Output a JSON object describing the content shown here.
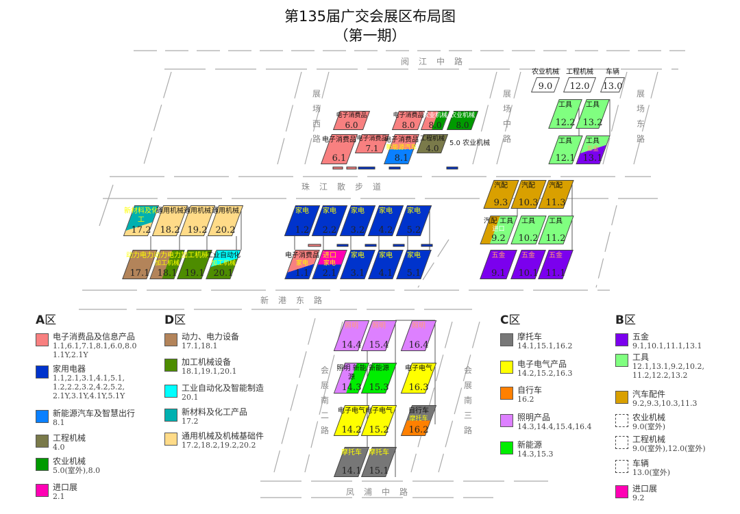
{
  "title": "第135届广交会展区布局图",
  "subtitle": "（第一期）",
  "roads": {
    "north": "阅江中路",
    "middle": "珠江散步道",
    "south": "新港东路",
    "bottom": "凤浦中路",
    "west": "展场西路",
    "center": "展场中路",
    "east": "展场东路",
    "south2": "会展南二路",
    "south3": "会展南三路"
  },
  "colors": {
    "pink": "#f88080",
    "blue": "#0033cc",
    "ev": "#0a80ff",
    "olive": "#7a7a4a",
    "agri": "#009a00",
    "hardware": "#7b00ee",
    "tool": "#80ff80",
    "auto": "#d9a000",
    "import": "#ff00b4",
    "power": "#b3845a",
    "machining": "#4d8c00",
    "automation": "#00ffff",
    "chem": "#00b0b0",
    "general": "#ffdb88",
    "moto": "#777777",
    "elec": "#ffff00",
    "bike": "#ff8000",
    "light": "#dd80ff",
    "newenergy": "#00ee00"
  },
  "halls": [
    {
      "num": "6.0",
      "text": "电子消费品"
    },
    {
      "num": "8.0",
      "text": "电子消费品"
    },
    {
      "num": "8.0",
      "text": "农业机械"
    },
    {
      "num": "8.0",
      "text": "农业机械"
    },
    {
      "num": "6.1",
      "text": "电子消费品"
    },
    {
      "num": "7.1",
      "text": "电子消费品"
    },
    {
      "num": "8.1",
      "text": "电子消费品",
      "text2": "新能源汽车"
    },
    {
      "num": "4.0",
      "text": "工程机械"
    },
    {
      "num": "9.0",
      "text": "农业机械"
    },
    {
      "num": "12.0",
      "text": "工程机械"
    },
    {
      "num": "13.0",
      "text": "车辆"
    },
    {
      "num": "12.2",
      "text": "工具"
    },
    {
      "num": "13.2",
      "text": "工具"
    },
    {
      "num": "12.1",
      "text": "工具"
    },
    {
      "num": "13.1",
      "text": "工具",
      "text2": "五金"
    },
    {
      "num": "17.2",
      "text": "新材料及化工"
    },
    {
      "num": "18.2",
      "text": "通用机械"
    },
    {
      "num": "19.2",
      "text": "通用机械"
    },
    {
      "num": "20.2",
      "text": "通用机械"
    },
    {
      "num": "17.1",
      "text": "动力电力"
    },
    {
      "num": "18.1",
      "text": "动力电力",
      "text2": "加工机械"
    },
    {
      "num": "19.1",
      "text": "加工机械"
    },
    {
      "num": "20.1",
      "text": "工业自动化",
      "text2": "加工机械"
    },
    {
      "num": "1.2",
      "text": "家电"
    },
    {
      "num": "2.2",
      "text": "家电"
    },
    {
      "num": "3.2",
      "text": "家电"
    },
    {
      "num": "4.2",
      "text": "家电"
    },
    {
      "num": "5.2",
      "text": "家电"
    },
    {
      "num": "1.1",
      "text": "电子消费品",
      "text2": "家电"
    },
    {
      "num": "2.1",
      "text": "进口",
      "text2": "家电"
    },
    {
      "num": "3.1",
      "text": "家电"
    },
    {
      "num": "4.1",
      "text": "家电"
    },
    {
      "num": "5.1",
      "text": "家电"
    },
    {
      "num": "9.3",
      "text": "汽配"
    },
    {
      "num": "10.3",
      "text": "汽配"
    },
    {
      "num": "11.3",
      "text": "汽配"
    },
    {
      "num": "9.2",
      "text": "汽配 工具",
      "text2": "进口"
    },
    {
      "num": "10.2",
      "text": "工具"
    },
    {
      "num": "11.2",
      "text": "工具"
    },
    {
      "num": "9.1",
      "text": "五金"
    },
    {
      "num": "10.1",
      "text": "五金"
    },
    {
      "num": "11.1",
      "text": "五金"
    },
    {
      "num": "14.4",
      "text": "照明"
    },
    {
      "num": "15.4",
      "text": "照明"
    },
    {
      "num": "16.4",
      "text": "照明"
    },
    {
      "num": "14.3",
      "text": "照明 新能源"
    },
    {
      "num": "15.3",
      "text": "新能源"
    },
    {
      "num": "16.3",
      "text": "电子电气"
    },
    {
      "num": "14.2",
      "text": "电子电气"
    },
    {
      "num": "15.2",
      "text": "电子电气"
    },
    {
      "num": "16.2",
      "text": "自行车",
      "text2": "摩托车"
    },
    {
      "num": "14.1",
      "text": "摩托车"
    },
    {
      "num": "15.1",
      "text": "摩托车"
    }
  ],
  "outdoor_5_0": "5.0 农业机械",
  "legend": {
    "A": {
      "letter": "A",
      "suffix": "区",
      "items": [
        {
          "name": "电子消费品及信息产品",
          "codes": "1.1,6.1,7.1,8.1,6.0,8.0\n1.1Y,2.1Y",
          "color": "#f88080"
        },
        {
          "name": "家用电器",
          "codes": "1.1,2.1,3.1,4.1,5.1,\n1.2,2.2,3.2,4.2,5.2,\n2.1Y,3.1Y,4.1Y,5.1Y",
          "color": "#0033cc"
        },
        {
          "name": "新能源汽车及智慧出行",
          "codes": "8.1",
          "color": "#0a80ff"
        },
        {
          "name": "工程机械",
          "codes": "4.0",
          "color": "#7a7a4a"
        },
        {
          "name": "农业机械",
          "codes": "5.0(室外),8.0",
          "color": "#009a00"
        },
        {
          "name": "进口展",
          "codes": "2.1",
          "color": "#ff00b4"
        }
      ]
    },
    "D": {
      "letter": "D",
      "suffix": "区",
      "items": [
        {
          "name": "动力、电力设备",
          "codes": "17.1,18.1",
          "color": "#b3845a"
        },
        {
          "name": "加工机械设备",
          "codes": "18.1,19.1,20.1",
          "color": "#4d8c00"
        },
        {
          "name": "工业自动化及智能制造",
          "codes": "20.1",
          "color": "#00ffff"
        },
        {
          "name": "新材料及化工产品",
          "codes": "17.2",
          "color": "#00b0b0"
        },
        {
          "name": "通用机械及机械基础件",
          "codes": "17.2,18.2,19.2,20.2",
          "color": "#ffdb88"
        }
      ]
    },
    "C": {
      "letter": "C",
      "suffix": "区",
      "items": [
        {
          "name": "摩托车",
          "codes": "14.1,15.1,16.2",
          "color": "#777777"
        },
        {
          "name": "电子电气产品",
          "codes": "14.2,15.2,16.3",
          "color": "#ffff00"
        },
        {
          "name": "自行车",
          "codes": "16.2",
          "color": "#ff8000"
        },
        {
          "name": "照明产品",
          "codes": "14.3,14.4,15.4,16.4",
          "color": "#dd80ff"
        },
        {
          "name": "新能源",
          "codes": "14.3,15.3",
          "color": "#00ee00"
        }
      ]
    },
    "B": {
      "letter": "B",
      "suffix": "区",
      "items": [
        {
          "name": "五金",
          "codes": "9.1,10.1,11.1,13.1",
          "color": "#7b00ee"
        },
        {
          "name": "工具",
          "codes": "12.1,13.1,9.2,10.2,\n11.2,12.2,13.2",
          "color": "#80ff80"
        },
        {
          "name": "汽车配件",
          "codes": "9.2,9.3,10.3,11.3",
          "color": "#d9a000"
        },
        {
          "name": "农业机械",
          "codes": "9.0(室外)",
          "color": "outdoor"
        },
        {
          "name": "工程机械",
          "codes": "9.0(室外),12.0(室外)",
          "color": "outdoor"
        },
        {
          "name": "车辆",
          "codes": "13.0(室外)",
          "color": "outdoor"
        },
        {
          "name": "进口展",
          "codes": "9.2",
          "color": "#ff00b4"
        }
      ]
    }
  }
}
